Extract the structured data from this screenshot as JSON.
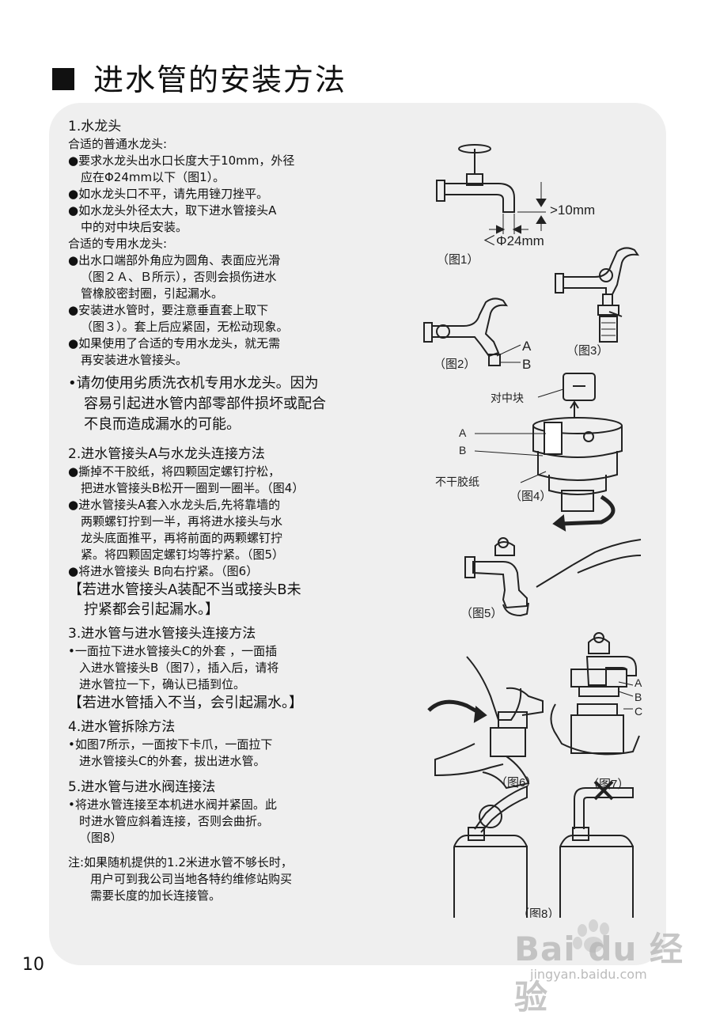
{
  "title": "进水管的安装方法",
  "page_number": "10",
  "sections": [
    {
      "heading": "1.水龙头",
      "sub1": "合适的普通水龙头:",
      "b1": [
        "●要求水龙头出水口长度大于10mm，外径",
        "应在Φ24mm以下（图1）。"
      ],
      "b2": "●如水龙头口不平，请先用锉刀挫平。",
      "b3": [
        "●如水龙头外径太大，取下进水管接头A",
        "中的对中块后安装。"
      ],
      "sub2": "合适的专用水龙头:",
      "b4": [
        "●出水口端部外角应为圆角、表面应光滑",
        "（图２Ａ、Ｂ所示），否则会损伤进水",
        "管橡胶密封圈，引起漏水。"
      ],
      "b5": [
        "●安装进水管时，要注意垂直套上取下",
        "（图３）。套上后应紧固，无松动现象。"
      ],
      "b6": [
        "●如果使用了合适的专用水龙头，就无需",
        "再安装进水管接头。"
      ],
      "warn": [
        "•请勿使用劣质洗衣机专用水龙头。因为",
        "容易引起进水管内部零部件损坏或配合",
        "不良而造成漏水的可能。"
      ]
    },
    {
      "heading": "2.进水管接头A与水龙头连接方法",
      "b1": [
        "●撕掉不干胶纸，将四颗固定螺钉拧松，",
        "把进水管接头B松开一圈到一圈半。（图4）"
      ],
      "b2": [
        "●进水管接头A套入水龙头后,先将靠墙的",
        "两颗螺钉拧到一半，再将进水接头与水",
        "龙头底面推平，再将前面的两颗螺钉拧",
        "紧。将四颗固定螺钉均等拧紧。（图5）"
      ],
      "b3": "●将进水管接头 B向右拧紧。（图6）",
      "warn": [
        "【若进水管接头A装配不当或接头B未",
        "拧紧都会引起漏水。】"
      ]
    },
    {
      "heading": "3.进水管与进水管接头连接方法",
      "d1": [
        "•一面拉下进水管接头C的外套 ，一面插",
        "入进水管接头B（图7），插入后，请将",
        "进水管拉一下，确认已插到位。"
      ],
      "warn": "【若进水管插入不当，会引起漏水。】"
    },
    {
      "heading": "4.进水管拆除方法",
      "d1": [
        "•如图7所示，一面按下卡爪，一面拉下",
        "进水管接头C的外套，拔出进水管。"
      ]
    },
    {
      "heading": "5.进水管与进水阀连接法",
      "d1": [
        "•将进水管连接至本机进水阀并紧固。此",
        "时进水管应斜着连接，否则会曲折。",
        "（图8）"
      ]
    }
  ],
  "note": [
    "注:如果随机提供的1.2米进水管不够长时，",
    "用户可到我公司当地各特约维修站购买",
    "需要长度的加长连接管。"
  ],
  "figures": {
    "fig1": "（图1）",
    "dim_len": ">10mm",
    "dim_dia": "＜Φ24mm",
    "fig2": "（图2）",
    "fig3": "（图3）",
    "label_a": "A",
    "label_b": "B",
    "label_c": "C",
    "centering_block": "对中块",
    "sticker": "不干胶纸",
    "fig4": "（图4）",
    "fig5": "（图5）",
    "fig6": "（图6）",
    "fig7": "（图7）",
    "fig8": "（图8）"
  },
  "watermark": {
    "text": "Bai du 经验",
    "url": "jingyan.baidu.com"
  }
}
